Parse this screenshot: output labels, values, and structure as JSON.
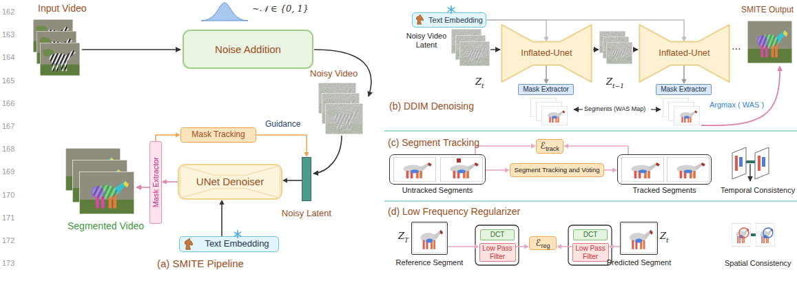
{
  "diagram": {
    "nodes": [
      {
        "text": [
          "Noise Addition"
        ]
      },
      {
        "text": [
          "Mask Tracking"
        ]
      },
      {
        "text": [
          "UNet Denoiser"
        ]
      },
      {
        "text": [
          "Mask Extractor"
        ]
      },
      {
        "text": [
          "Text Embedding"
        ]
      },
      {
        "text": [
          "Noisy Latent"
        ]
      },
      {
        "text": [
          "Text Embedding"
        ]
      },
      {
        "text": [
          "Inflated-Unet"
        ]
      },
      {
        "text": [
          "Inflated-Unet"
        ]
      },
      {
        "text": [
          "Mask Extractor"
        ]
      },
      {
        "text": [
          "Mask Extractor"
        ]
      },
      {
        "text": [
          "ℰ",
          "track"
        ]
      },
      {
        "text": [
          "Segment Tracking and Voting"
        ]
      },
      {
        "text": [
          "Untracked Segments"
        ]
      },
      {
        "text": [
          "Tracked Segments"
        ]
      },
      {
        "text": [
          "Reference Segment"
        ]
      },
      {
        "text": [
          "DCT"
        ]
      },
      {
        "text": [
          "Low Pass Filter"
        ]
      },
      {
        "text": [
          "ℰ",
          "reg"
        ]
      },
      {
        "text": [
          "DCT"
        ]
      },
      {
        "text": [
          "Low Pass Filter"
        ]
      },
      {
        "text": [
          "Predicted Segment"
        ]
      }
    ],
    "edges": [
      {
        "from": 5,
        "to": 2,
        "arrow": "to"
      },
      {
        "from": 1,
        "to": 5,
        "arrow": "to"
      },
      {
        "from": 2,
        "to": 3,
        "arrow": "to"
      },
      {
        "from": 3,
        "to": 1,
        "arrow": "to"
      },
      {
        "from": 4,
        "to": 2,
        "arrow": "to"
      },
      {
        "from": 6,
        "to": 7,
        "arrow": "to"
      },
      {
        "from": 6,
        "to": 8,
        "arrow": "to"
      },
      {
        "from": 7,
        "to": 9,
        "arrow": "to"
      },
      {
        "from": 8,
        "to": 10,
        "arrow": "to"
      },
      {
        "from": 13,
        "to": 12,
        "arrow": "to"
      },
      {
        "from": 12,
        "to": 14,
        "arrow": "to"
      },
      {
        "from": 13,
        "to": 11,
        "arrow": "to"
      },
      {
        "from": 14,
        "to": 11,
        "arrow": "to"
      },
      {
        "from": 15,
        "to": 17,
        "arrow": "to"
      },
      {
        "from": 17,
        "to": 18,
        "arrow": "to"
      },
      {
        "from": 20,
        "to": 18,
        "arrow": "to"
      },
      {
        "from": 21,
        "to": 20,
        "arrow": "to"
      }
    ],
    "labels": [
      "162",
      "163",
      "164",
      "165",
      "166",
      "167",
      "168",
      "169",
      "170",
      "171",
      "172",
      "173",
      "Input Video",
      "∼𝒩 ∈ {0, 1}",
      "Noisy Video",
      "Guidance",
      "Segmented Video",
      "(a) SMITE Pipeline",
      "Noisy Video Latent",
      "Z",
      "t",
      "Z",
      "t−1",
      "SMITE Output",
      "...",
      "Segments (WAS Map)",
      "Argmax ( WAS )",
      "(b) DDIM Denoising",
      "(c) Segment Tracking",
      "Temporal Consistency",
      "(d) Low Frequency Regularizer",
      "Z",
      "T",
      "Z",
      "t",
      "Spatial Consistency"
    ]
  }
}
